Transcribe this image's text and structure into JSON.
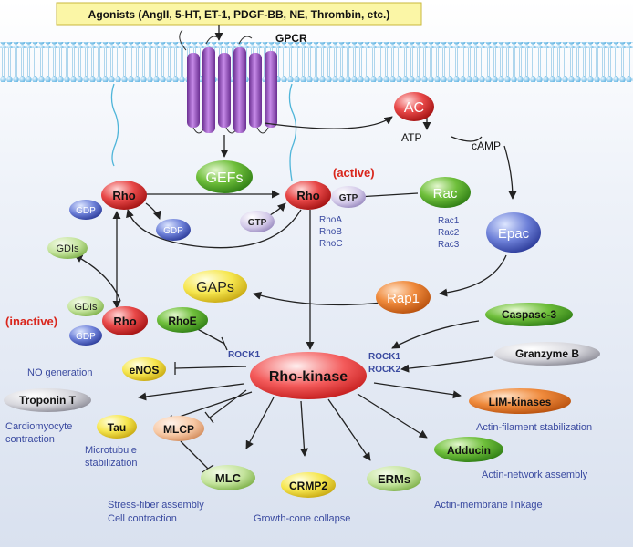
{
  "agonist_box": "Agonists (AngII, 5-HT, ET-1, PDGF-BB, NE, Thrombin, etc.)",
  "gpcr_label": "GPCR",
  "nodes": {
    "ac": "AC",
    "atp": "ATP",
    "camp": "cAMP",
    "gefs": "GEFs",
    "rho_gdp": "Rho",
    "gdp_on_rho": "GDP",
    "gdp_released": "GDP",
    "rho_active": "Rho",
    "gtp_on_rho": "GTP",
    "active_label": "(active)",
    "gtp_free": "GTP",
    "rho_isoforms": [
      "RhoA",
      "RhoB",
      "RhoC"
    ],
    "rac": "Rac",
    "rac_isoforms": [
      "Rac1",
      "Rac2",
      "Rac3"
    ],
    "epac": "Epac",
    "gdis": "GDIs",
    "gaps": "GAPs",
    "rap1": "Rap1",
    "caspase3": "Caspase-3",
    "granzyme_b": "Granzyme B",
    "inactive_label": "(inactive)",
    "gdis_inactive": "GDIs",
    "rho_inactive": "Rho",
    "gdp_inactive": "GDP",
    "rhoe": "RhoE",
    "rock1_under_rhoe": "ROCK1",
    "rock_isoforms": [
      "ROCK1",
      "ROCK2"
    ],
    "rho_kinase": "Rho-kinase",
    "enos": "eNOS",
    "no_generation": "NO generation",
    "troponin_t": "Troponin T",
    "cardiomyocyte": [
      "Cardiomyocyte",
      "contraction"
    ],
    "tau": "Tau",
    "microtubule": [
      "Microtubule",
      "stabilization"
    ],
    "mlcp": "MLCP",
    "mlc": "MLC",
    "stress_fiber": [
      "Stress-fiber assembly",
      "Cell contraction"
    ],
    "crmp2": "CRMP2",
    "growth_cone": "Growth-cone collapse",
    "erms": "ERMs",
    "actin_membrane": "Actin-membrane linkage",
    "adducin": "Adducin",
    "actin_network": "Actin-network assembly",
    "lim_kinases": "LIM-kinases",
    "actin_filament": "Actin-filament stabilization"
  },
  "colors": {
    "accent_red": "#d9261c",
    "label_blue": "#3a4aa0",
    "membrane_blue": "#7fc4ea",
    "gpcr_purple": "#9a55c4",
    "agonist_yellow": "#fbf6a6"
  }
}
